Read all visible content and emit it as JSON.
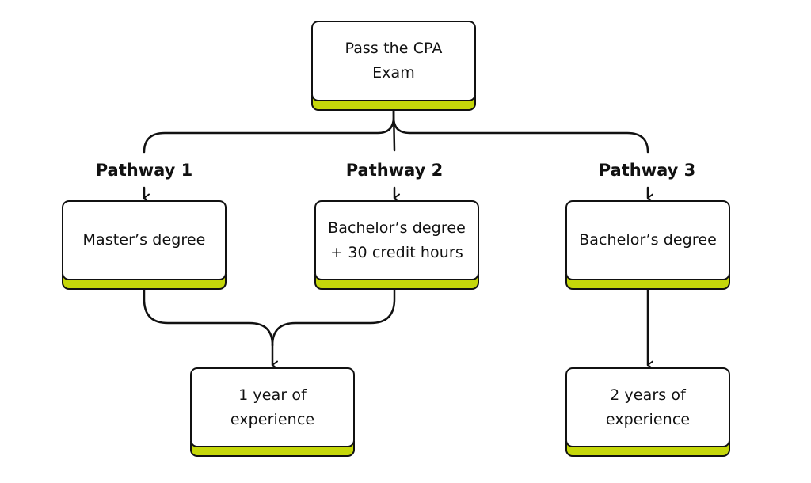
{
  "diagram": {
    "root": {
      "line1": "Pass the CPA",
      "line2": "Exam"
    },
    "pathways": [
      {
        "label": "Pathway 1",
        "requirement": {
          "line1": "Master’s degree",
          "line2": ""
        }
      },
      {
        "label": "Pathway 2",
        "requirement": {
          "line1": "Bachelor’s degree",
          "line2": "+ 30 credit hours"
        }
      },
      {
        "label": "Pathway 3",
        "requirement": {
          "line1": "Bachelor’s degree",
          "line2": ""
        }
      }
    ],
    "outcomes": [
      {
        "line1": "1 year of",
        "line2": "experience"
      },
      {
        "line1": "2 years of",
        "line2": "experience"
      }
    ],
    "colors": {
      "accent": "#c5d70a",
      "stroke": "#111111",
      "box_fill": "#ffffff"
    }
  }
}
